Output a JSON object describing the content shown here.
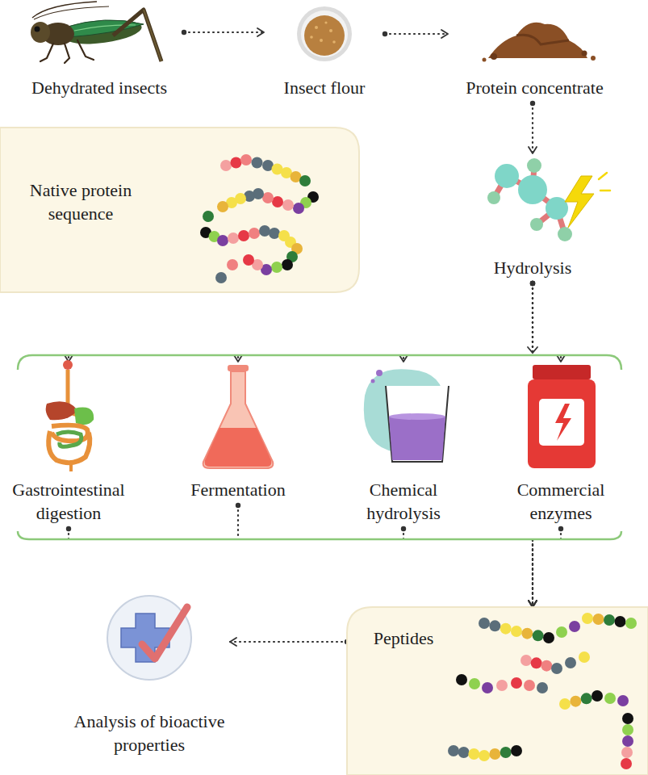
{
  "diagram": {
    "nodes": [
      {
        "text": [
          "Dehydrated insects"
        ]
      },
      {
        "text": [
          "Insect flour"
        ]
      },
      {
        "text": [
          "Protein concentrate"
        ]
      },
      {
        "text": [
          "Native protein sequence"
        ]
      },
      {
        "text": [
          "Hydrolysis"
        ]
      },
      {
        "text": [
          "Gastrointestinal digestion"
        ]
      },
      {
        "text": [
          "Fermentation"
        ]
      },
      {
        "text": [
          "Chemical hydrolysis"
        ]
      },
      {
        "text": [
          "Commercial enzymes"
        ]
      },
      {
        "text": [
          "Peptides"
        ]
      },
      {
        "text": [
          "Analysis of bioactive properties"
        ]
      }
    ],
    "edges": [
      {
        "from": 0,
        "to": 1,
        "arrow": "to"
      },
      {
        "from": 1,
        "to": 2,
        "arrow": "to"
      },
      {
        "from": 2,
        "to": 4,
        "arrow": "to"
      },
      {
        "from": 4,
        "to": 5,
        "arrow": "to"
      },
      {
        "from": 4,
        "to": 6,
        "arrow": "to"
      },
      {
        "from": 4,
        "to": 7,
        "arrow": "to"
      },
      {
        "from": 4,
        "to": 8,
        "arrow": "to"
      },
      {
        "from": 5,
        "to": 9,
        "arrow": "to"
      },
      {
        "from": 6,
        "to": 9,
        "arrow": "to"
      },
      {
        "from": 7,
        "to": 9,
        "arrow": "to"
      },
      {
        "from": 8,
        "to": 9,
        "arrow": "to"
      },
      {
        "from": 9,
        "to": 10,
        "arrow": "to"
      }
    ]
  }
}
